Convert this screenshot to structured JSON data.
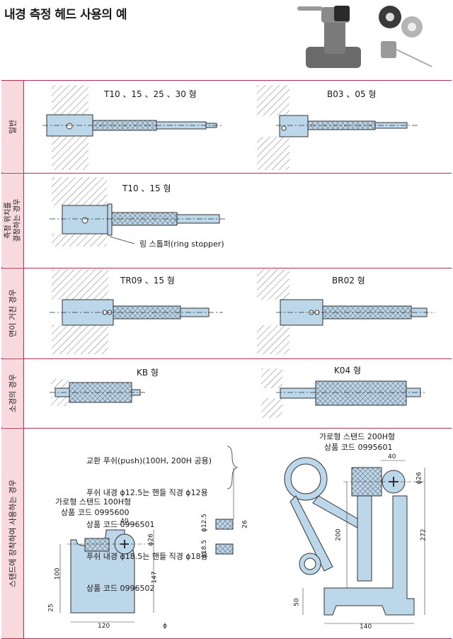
{
  "page_title": "내경 측정 헤드 사용의 예",
  "rows": [
    {
      "label": "일반"
    },
    {
      "label": "측정 위치를\n결정하는 경우"
    },
    {
      "label": "면이 거친 경우"
    },
    {
      "label": "소경의 경우"
    },
    {
      "label": "스탠드에 장착하여 사용하는 경우"
    }
  ],
  "general": {
    "left_caption": "T10 、15 、25 、30 형",
    "right_caption": "B03 、05 형"
  },
  "positioning": {
    "caption": "T10 、15 형",
    "callout": "링 스톱퍼(ring stopper)"
  },
  "rough": {
    "left_caption": "TR09 、15 형",
    "right_caption": "BR02 형"
  },
  "small_bore": {
    "left_caption": "KB 형",
    "right_caption": "K04 형"
  },
  "stand": {
    "push_note": [
      "교환 푸쉬(push)(100H, 200H 공용)",
      "푸쉬 내경 ϕ12.5는 핸들 직경 ϕ12용",
      "상품 코드 0996501",
      "푸쉬 내경 ϕ18.5는 핸들 직경 ϕ18용",
      "상품 코드 0996502"
    ],
    "stand100": {
      "name": "가로형 스탠드 100H형",
      "code": "상품 코드 0995600"
    },
    "stand200": {
      "name": "가로형 스탠드 200H형",
      "code": "상품 코드 0995601"
    },
    "dims100": {
      "top": "40",
      "dia": "ϕ26",
      "h1": "100",
      "h2": "25",
      "h3": "147",
      "w": "120",
      "phi": "ϕ"
    },
    "dims200": {
      "top": "40",
      "dia": "ϕ26",
      "h1": "200",
      "h2": "50",
      "h3": "272",
      "w": "140"
    },
    "push_dims": {
      "d1": "ϕ12.5",
      "d2": "ϕ18.5",
      "len": "26"
    }
  },
  "colors": {
    "label_bg": "#f7d9de",
    "frame": "#b03050",
    "part": "#bcd6ea",
    "hatch": "#555555"
  }
}
